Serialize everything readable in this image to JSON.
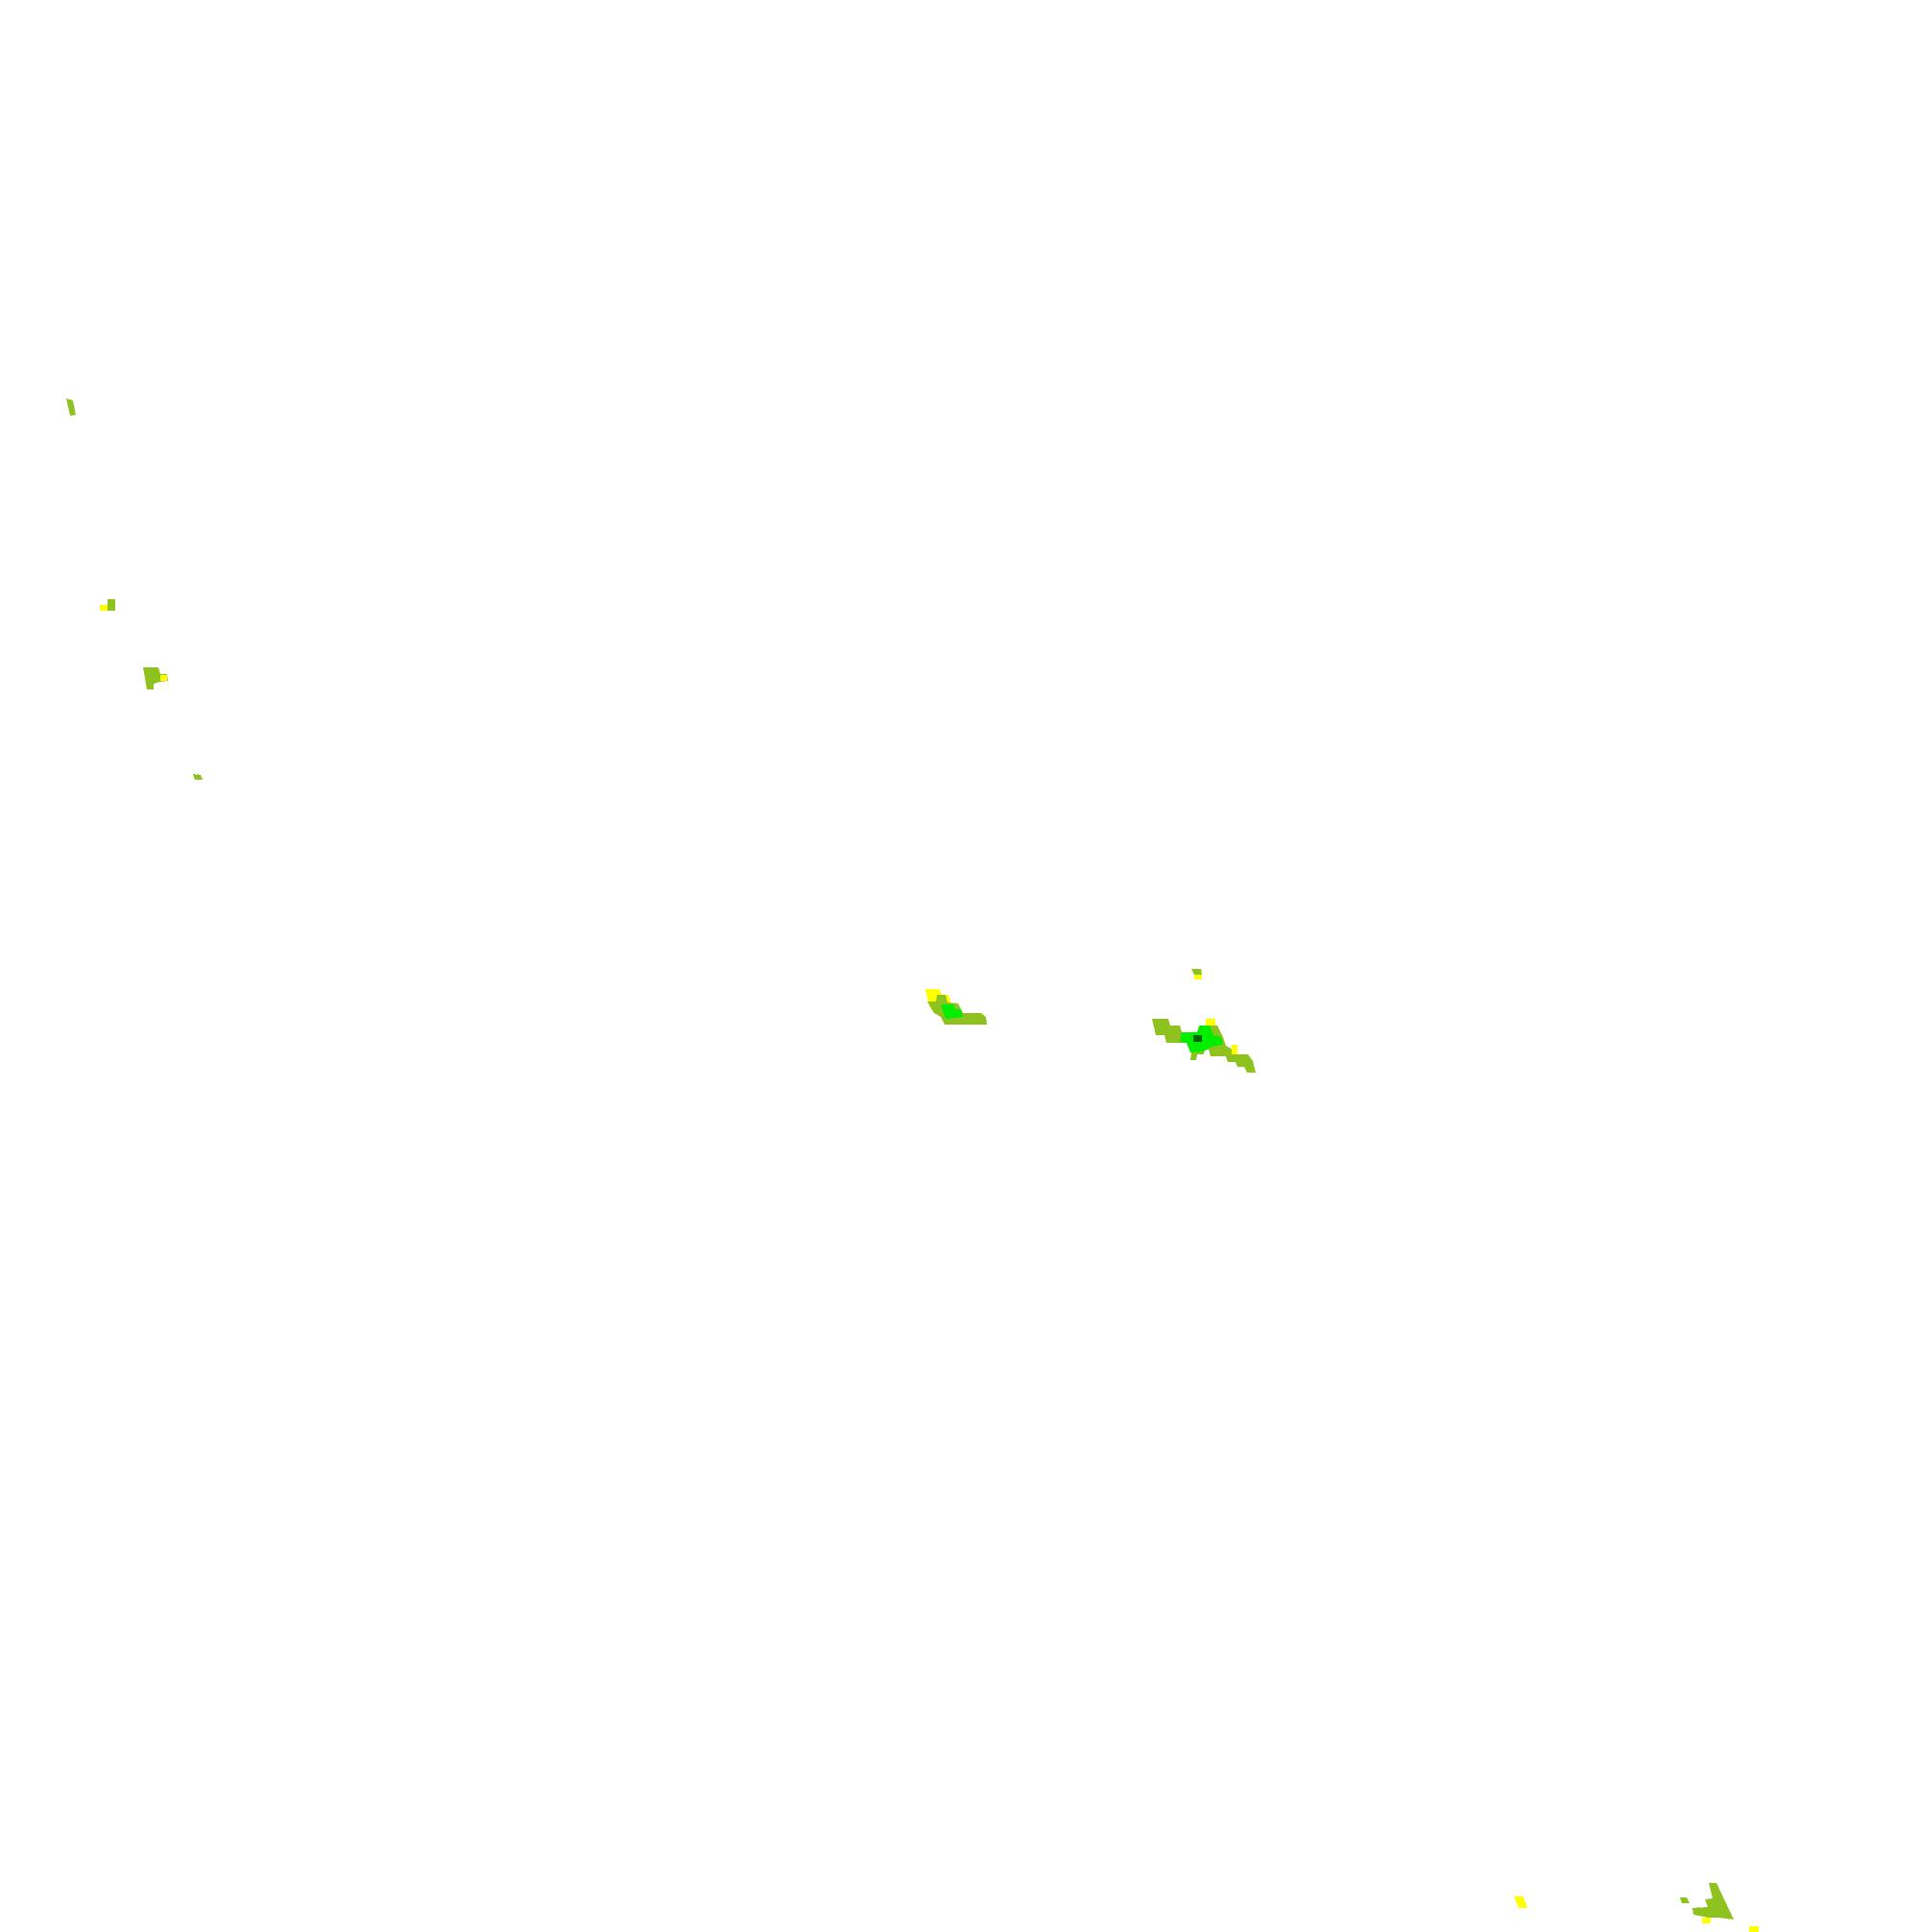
{
  "map": {
    "background_color": "#ffffff",
    "legend_colors": {
      "low": "#ffff00",
      "medium": "#8dc21f",
      "high": "#00ee00",
      "peak": "#006400"
    },
    "clusters": [
      {
        "id": "cluster-far-west-1",
        "levels": [
          "medium"
        ]
      },
      {
        "id": "cluster-far-west-2",
        "levels": [
          "low",
          "medium"
        ]
      },
      {
        "id": "cluster-far-west-3",
        "levels": [
          "low",
          "medium"
        ]
      },
      {
        "id": "cluster-far-west-4",
        "levels": [
          "medium"
        ]
      },
      {
        "id": "cluster-central-west",
        "levels": [
          "low",
          "medium",
          "high"
        ]
      },
      {
        "id": "cluster-central-east",
        "levels": [
          "low",
          "medium",
          "high",
          "peak"
        ]
      },
      {
        "id": "cluster-south-east-1",
        "levels": [
          "low"
        ]
      },
      {
        "id": "cluster-south-east-2",
        "levels": [
          "low",
          "medium"
        ]
      }
    ]
  }
}
